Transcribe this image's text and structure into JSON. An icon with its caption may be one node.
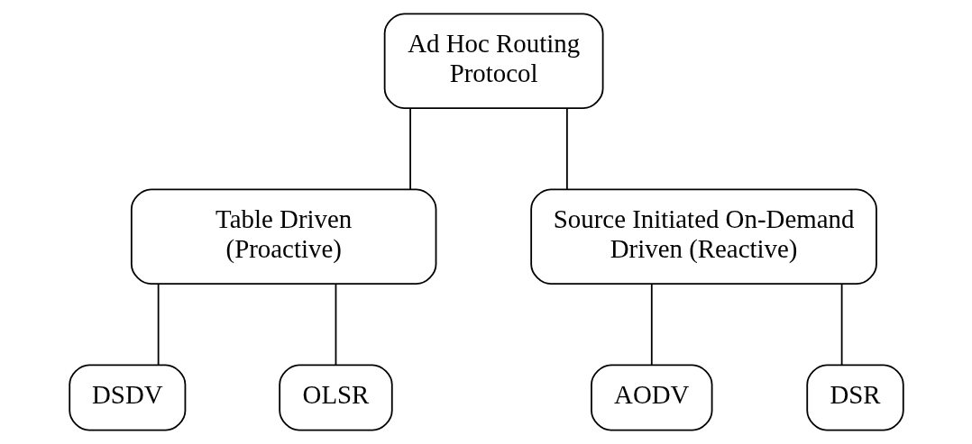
{
  "diagram": {
    "nodes": [
      {
        "text": [
          "Ad Hoc Routing Protocol"
        ]
      },
      {
        "text": [
          "Table Driven (Proactive)"
        ]
      },
      {
        "text": [
          "Source Initiated On-Demand Driven (Reactive)"
        ]
      },
      {
        "text": [
          "DSDV"
        ]
      },
      {
        "text": [
          "OLSR"
        ]
      },
      {
        "text": [
          "AODV"
        ]
      },
      {
        "text": [
          "DSR"
        ]
      }
    ],
    "edges": [
      {
        "from": 0,
        "to": 1,
        "arrow": "none"
      },
      {
        "from": 0,
        "to": 2,
        "arrow": "none"
      },
      {
        "from": 1,
        "to": 3,
        "arrow": "none"
      },
      {
        "from": 1,
        "to": 4,
        "arrow": "none"
      },
      {
        "from": 2,
        "to": 5,
        "arrow": "none"
      },
      {
        "from": 2,
        "to": 6,
        "arrow": "none"
      }
    ]
  }
}
